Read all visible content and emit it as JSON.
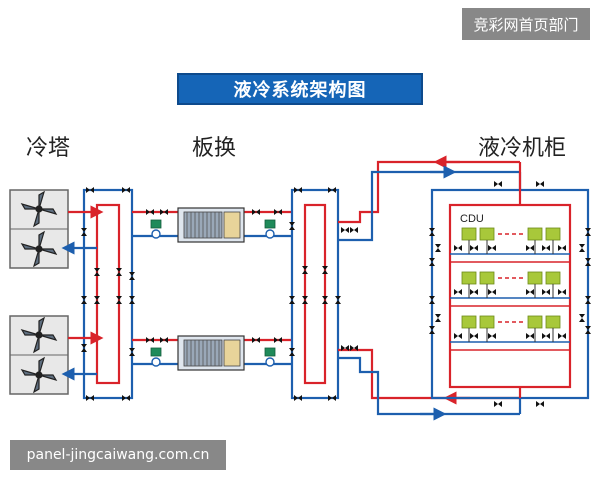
{
  "header": {
    "corner_label": "竞彩网首页部门"
  },
  "diagram": {
    "title": "液冷系统架构图",
    "sections": {
      "cooling_tower": "冷塔",
      "heat_exchanger": "板换",
      "liquid_cabinet": "液冷机柜"
    },
    "cdu_label": "CDU"
  },
  "footer": {
    "url": "panel-jingcaiwang.com.cn"
  },
  "colors": {
    "supply": "#d9232a",
    "return": "#1d5fae",
    "title_bg": "#1565b7",
    "cdu": "#a8c83a",
    "valve": "#111111"
  },
  "icons": [
    "fan-icon",
    "valve-icon",
    "pump-icon",
    "heat-exchanger-icon",
    "cdu-icon"
  ]
}
